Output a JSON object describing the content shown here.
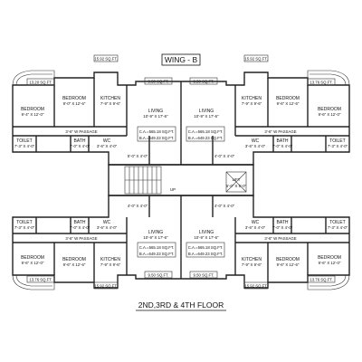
{
  "wing_label": "WING - B",
  "floor_label": "2ND,3RD & 4TH  FLOOR",
  "lift": {
    "name": "LIFT",
    "size": "5'-0\" X 5'-0\""
  },
  "stair_up": "UP",
  "areas": {
    "balcony_top_left": "13.20 SQ.FT.",
    "balcony_top_right": "13.76 SQ.FT.",
    "balcony_top_center_left": "15.92 SQ.FT.",
    "vent_top_1": "9.50 SQ.FT.",
    "vent_top_2": "9.50 SQ.FT.",
    "balcony_top_center_right": "15.92 SQ.FT.",
    "balcony_bottom_left": "13.76 SQ.FT.",
    "balcony_bottom_right": "13.76 SQ.FT.",
    "balcony_bottom_center_left": "15.92 SQ.FT.",
    "vent_bottom_1": "9.50 SQ.FT.",
    "vent_bottom_2": "9.50 SQ.FT.",
    "balcony_bottom_center_right": "15.92 SQ.FT."
  },
  "area_boxes": {
    "top_left": [
      "C.A.=565.18 SQ.FT.",
      "B.A.=649.23 SQ.FT."
    ],
    "top_right": [
      "C.A.=565.18 SQ.FT.",
      "B.A.=649.23 SQ.FT."
    ],
    "bottom_left": [
      "C.A.=565.18 SQ.FT.",
      "B.A.=649.23 SQ.FT."
    ],
    "bottom_right": [
      "C.A.=565.18 SQ.FT.",
      "B.A.=649.23 SQ.FT."
    ]
  },
  "rooms": {
    "tl_bed1": [
      "BEDROOM",
      "9'-4\" X 12'-0\""
    ],
    "tl_bed2": [
      "BEDROOM",
      "9'-0\" X 12'-6\""
    ],
    "tl_kitchen": [
      "KITCHEN",
      "7'-9\" X 9'-6\""
    ],
    "tl_living": [
      "LIVING",
      "10'-9\" X 17'-6\""
    ],
    "tl_bath": [
      "BATH",
      "7'-0\" X 4'-0\""
    ],
    "tl_wc": [
      "WC",
      "3'-6\" X 4'-0\""
    ],
    "tl_toilet": [
      "TOILET",
      "7'-3\" X 4'-0\""
    ],
    "tl_passage": [
      "3'-6\" W PASSAGE"
    ],
    "tl_duct": [
      "5'-0\" X 4'-0\""
    ],
    "tr_bed1": [
      "BEDROOM",
      "9'-6\" X 12'-0\""
    ],
    "tr_bed2": [
      "BEDROOM",
      "9'-6\" X 12'-6\""
    ],
    "tr_kitchen": [
      "KITCHEN",
      "7'-9\" X 9'-6\""
    ],
    "tr_living": [
      "LIVING",
      "10'-9\" X 17'-6\""
    ],
    "tr_bath": [
      "BATH",
      "7'-0\" X 4'-0\""
    ],
    "tr_wc": [
      "WC",
      "3'-6\" X 4'-0\""
    ],
    "tr_toilet": [
      "TOILET",
      "7'-3\" X 4'-0\""
    ],
    "tr_passage": [
      "3'-6\" W PASSAGE"
    ],
    "tr_duct": [
      "4'-0\" X 4'-0\""
    ],
    "bl_bed1": [
      "BEDROOM",
      "9'-6\" X 12'-0\""
    ],
    "bl_bed2": [
      "BEDROOM",
      "9'-6\" X 12'-6\""
    ],
    "bl_kitchen": [
      "KITCHEN",
      "7'-9\" X 9'-6\""
    ],
    "bl_living": [
      "LIVING",
      "10'-9\" X 17'-6\""
    ],
    "bl_bath": [
      "BATH",
      "7'-0\" X 4'-0\""
    ],
    "bl_wc": [
      "WC",
      "3'-6\" X 4'-0\""
    ],
    "bl_toilet": [
      "TOILET",
      "7'-3\" X 4'-0\""
    ],
    "bl_passage": [
      "3'-6\" W PASSAGE"
    ],
    "bl_duct": [
      "4'-0\" X 4'-0\""
    ],
    "br_bed1": [
      "BEDROOM",
      "9'-6\" X 12'-0\""
    ],
    "br_bed2": [
      "BEDROOM",
      "9'-6\" X 12'-6\""
    ],
    "br_kitchen": [
      "KITCHEN",
      "7'-9\" X 9'-6\""
    ],
    "br_living": [
      "LIVING",
      "10'-9\" X 17'-6\""
    ],
    "br_bath": [
      "BATH",
      "7'-0\" X 4'-0\""
    ],
    "br_wc": [
      "WC",
      "3'-6\" X 4'-0\""
    ],
    "br_toilet": [
      "TOILET",
      "7'-3\" X 4'-0\""
    ],
    "br_passage": [
      "3'-6\" W PASSAGE"
    ],
    "br_duct": [
      "4'-0\" X 4'-0\""
    ]
  }
}
